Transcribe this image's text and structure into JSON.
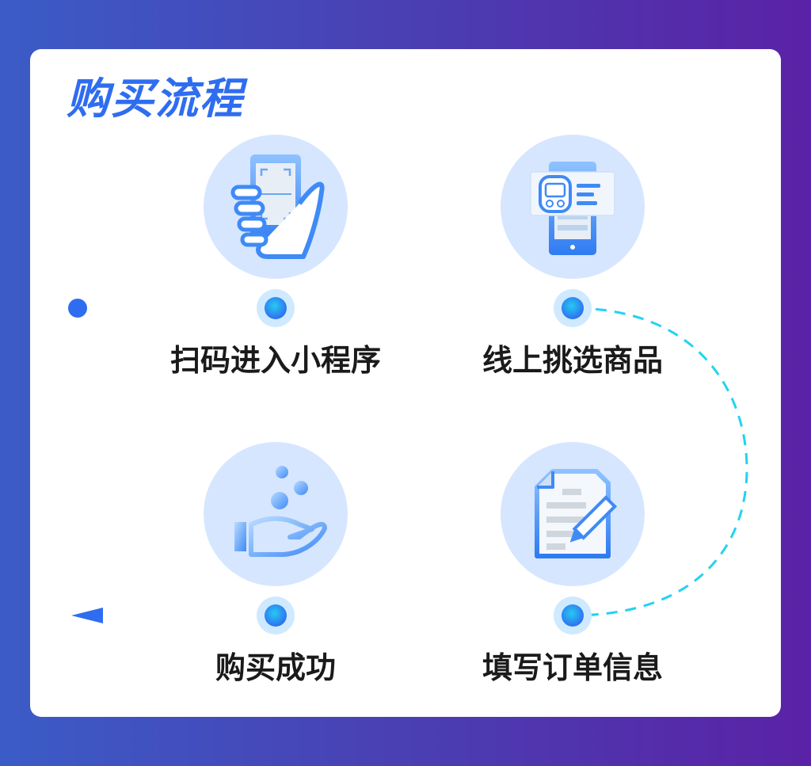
{
  "title": "购买流程",
  "steps": [
    {
      "label": "扫码进入小程序",
      "icon": "scan-phone-icon"
    },
    {
      "label": "线上挑选商品",
      "icon": "product-phone-icon"
    },
    {
      "label": "填写订单信息",
      "icon": "order-form-icon"
    },
    {
      "label": "购买成功",
      "icon": "success-hand-icon"
    }
  ],
  "colors": {
    "accent": "#2f6df0",
    "dash_blue": "#2f7bf2",
    "dash_cyan": "#22d3f0",
    "circle_bg": "#d6e6ff"
  }
}
